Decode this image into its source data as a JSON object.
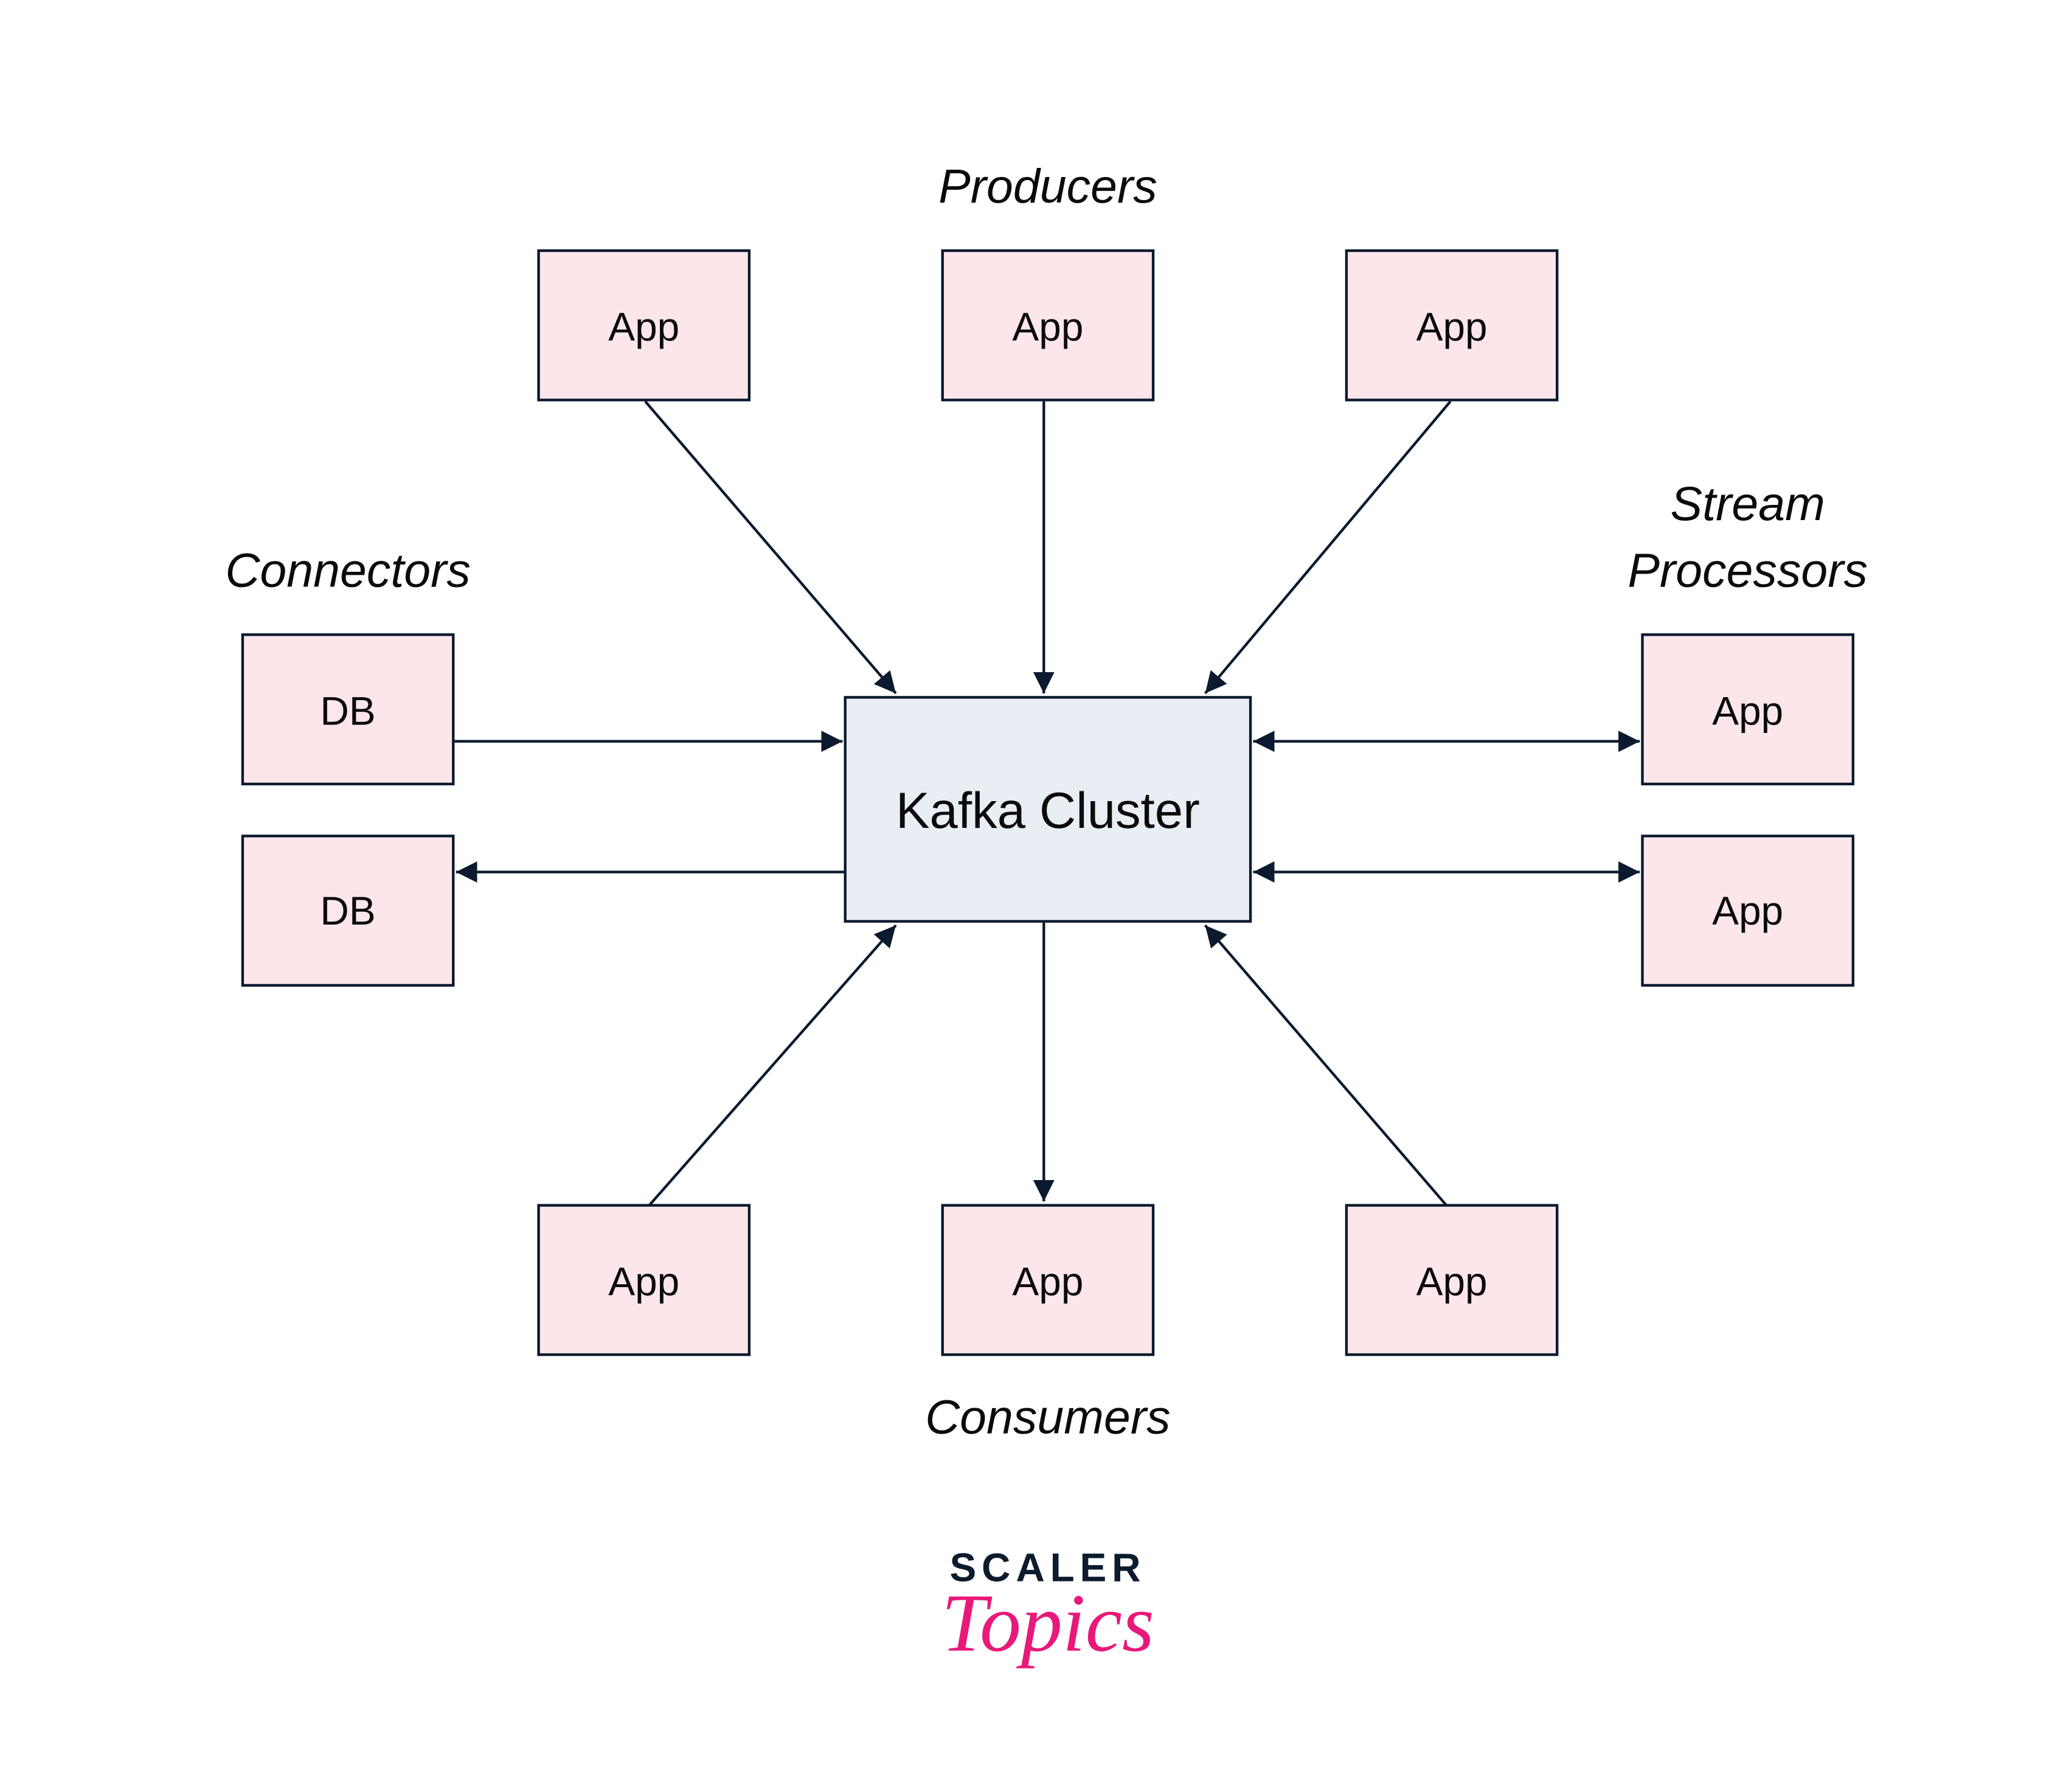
{
  "diagram": {
    "title": "Kafka Cluster ecosystem",
    "center": {
      "label": "Kafka Cluster"
    },
    "groups": {
      "producers": "Producers",
      "connectors": "Connectors",
      "stream_processors_line1": "Stream",
      "stream_processors_line2": "Processors",
      "consumers": "Consumers"
    },
    "nodes": {
      "producer_1": "App",
      "producer_2": "App",
      "producer_3": "App",
      "connector_db_1": "DB",
      "connector_db_2": "DB",
      "stream_app_1": "App",
      "stream_app_2": "App",
      "consumer_1": "App",
      "consumer_2": "App",
      "consumer_3": "App"
    },
    "edges": [
      {
        "from": "producer_1",
        "to": "kafka",
        "direction": "to-kafka"
      },
      {
        "from": "producer_2",
        "to": "kafka",
        "direction": "to-kafka"
      },
      {
        "from": "producer_3",
        "to": "kafka",
        "direction": "to-kafka"
      },
      {
        "from": "connector_db_1",
        "to": "kafka",
        "direction": "to-kafka"
      },
      {
        "from": "kafka",
        "to": "connector_db_2",
        "direction": "from-kafka"
      },
      {
        "from": "kafka",
        "to": "stream_app_1",
        "direction": "bidirectional"
      },
      {
        "from": "kafka",
        "to": "stream_app_2",
        "direction": "bidirectional"
      },
      {
        "from": "consumer_1",
        "to": "kafka",
        "direction": "to-kafka"
      },
      {
        "from": "kafka",
        "to": "consumer_2",
        "direction": "from-kafka"
      },
      {
        "from": "consumer_3",
        "to": "kafka",
        "direction": "to-kafka"
      }
    ],
    "colors": {
      "node_fill": "#fde6ea",
      "kafka_fill": "#e8eef3",
      "stroke": "#0b1a2e",
      "logo_pink": "#e8197a",
      "logo_dark": "#0d1b2e"
    }
  },
  "logo": {
    "line1": "SCALER",
    "line2": "Topics"
  }
}
